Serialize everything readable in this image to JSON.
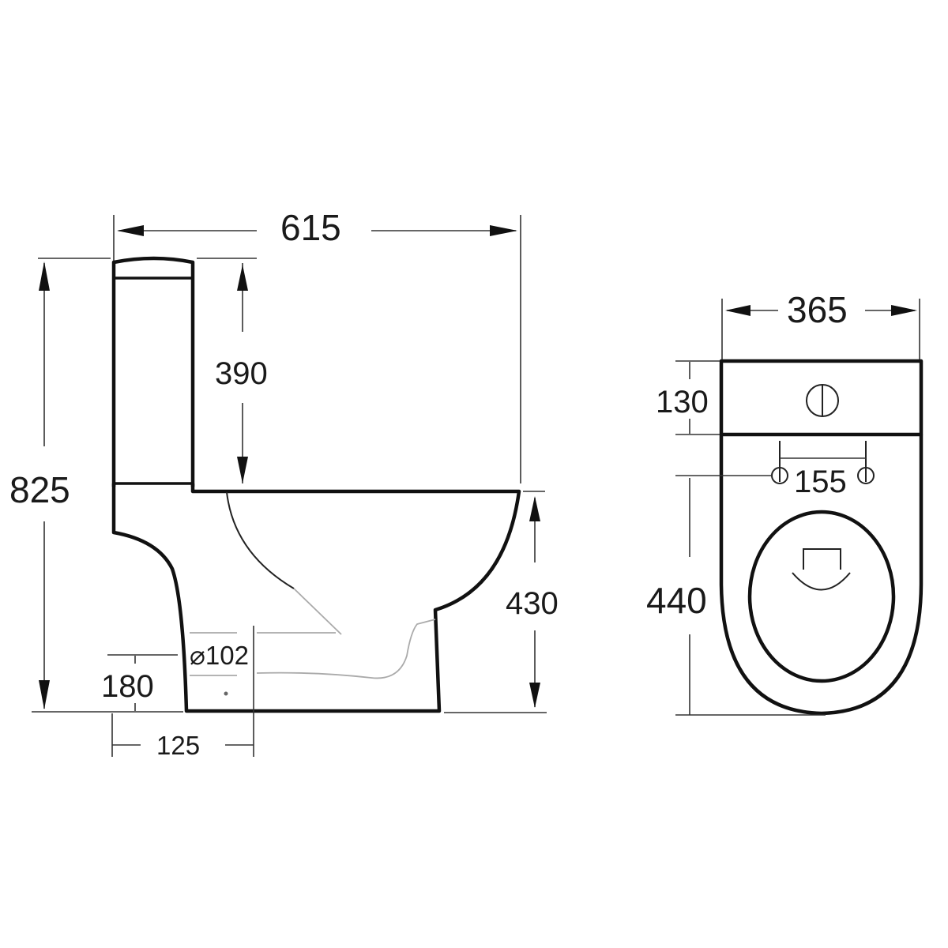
{
  "diagram": {
    "subject": "Close-coupled toilet dimension drawing",
    "views": [
      "side-view",
      "top-view"
    ]
  },
  "side_view": {
    "overall_length": "615",
    "overall_height": "825",
    "cistern_height": "390",
    "seat_height": "430",
    "outlet_height": "180",
    "outlet_setback": "125",
    "outlet_diameter": "⌀102"
  },
  "top_view": {
    "overall_width": "365",
    "cistern_depth": "130",
    "seat_fixing_centres": "155",
    "bowl_length": "440"
  },
  "colors": {
    "line": "#111111",
    "hidden_line": "#aaaaaa",
    "background": "#ffffff"
  }
}
